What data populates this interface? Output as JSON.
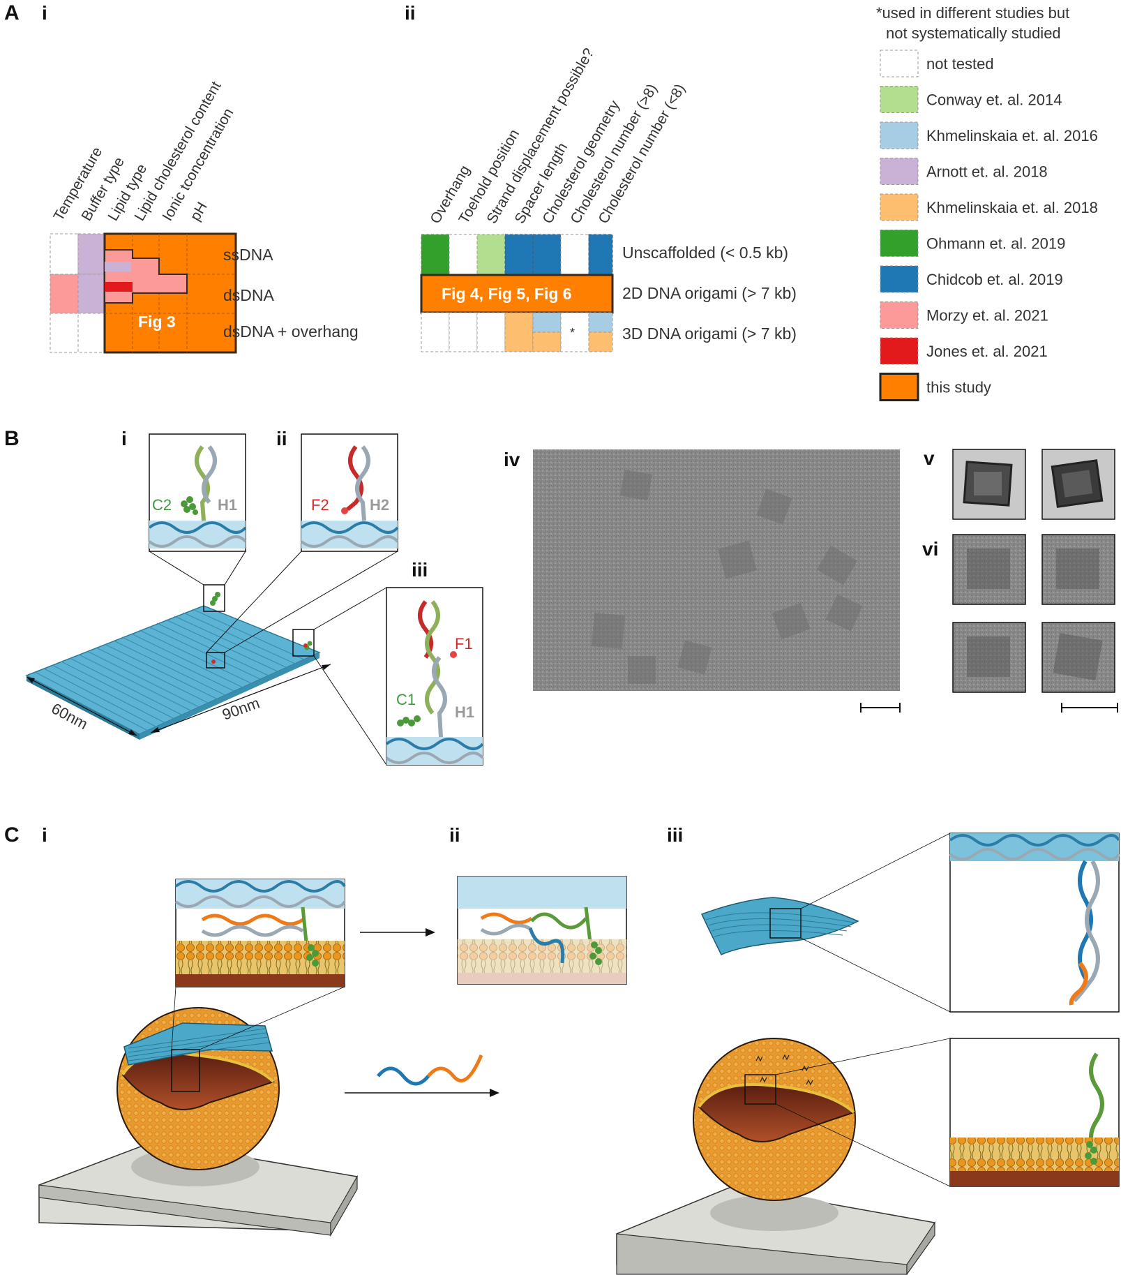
{
  "panel_a": {
    "letter": "A",
    "sub_i": "i",
    "sub_ii": "ii",
    "cols_i": [
      "Temperature",
      "Buffer type",
      "Lipid type",
      "Lipid cholesterol content",
      "Ionic tconcentration",
      "pH"
    ],
    "rows_i": [
      "ssDNA",
      "dsDNA",
      "dsDNA + overhang"
    ],
    "fig3_label": "Fig 3",
    "cols_ii": [
      "Overhang",
      "Toehold position",
      "Strand displacement possible?",
      "Spacer length",
      "Cholesterol geometry",
      "Cholesterol number (>8)",
      "Cholesterol number (<8)"
    ],
    "rows_ii": [
      "Unscaffolded (< 0.5 kb)",
      "2D DNA origami (> 7 kb)",
      "3D DNA origami (> 7 kb)"
    ],
    "fig456_label": "Fig 4, Fig 5, Fig 6",
    "asterisk": "*"
  },
  "legend": {
    "note_line1": "*used in different studies but",
    "note_line2": "not systematically studied",
    "items": [
      {
        "label": "not tested",
        "color": "#ffffff"
      },
      {
        "label": "Conway et. al. 2014",
        "color": "#b3de8f"
      },
      {
        "label": "Khmelinskaia et. al. 2016",
        "color": "#a6cde3"
      },
      {
        "label": "Arnott et. al. 2018",
        "color": "#cab2d6"
      },
      {
        "label": "Khmelinskaia et. al. 2018",
        "color": "#fdbf6f"
      },
      {
        "label": "Ohmann et. al. 2019",
        "color": "#33a02c"
      },
      {
        "label": "Chidcob et. al. 2019",
        "color": "#1f78b4"
      },
      {
        "label": "Morzy et. al. 2021",
        "color": "#fb9a99"
      },
      {
        "label": "Jones et. al. 2021",
        "color": "#e31a1c"
      },
      {
        "label": "this study",
        "color": "#ff7f00"
      }
    ]
  },
  "panel_b": {
    "letter": "B",
    "sub_i": "i",
    "sub_ii": "ii",
    "sub_iii": "iii",
    "sub_iv": "iv",
    "sub_v": "v",
    "sub_vi": "vi",
    "label_c2": "C2",
    "label_h1": "H1",
    "label_f2": "F2",
    "label_h2": "H2",
    "label_f1": "F1",
    "label_c1": "C1",
    "label_h1b": "H1",
    "dim_60": "60nm",
    "dim_90": "90nm"
  },
  "panel_c": {
    "letter": "C",
    "sub_i": "i",
    "sub_ii": "ii",
    "sub_iii": "iii"
  },
  "colors": {
    "orange": "#ff7f00",
    "origami_blue": "#4ba8c9",
    "vesicle_orange": "#f0a030",
    "dna_green": "#5a9a3a",
    "dna_red": "#d42a2a"
  }
}
